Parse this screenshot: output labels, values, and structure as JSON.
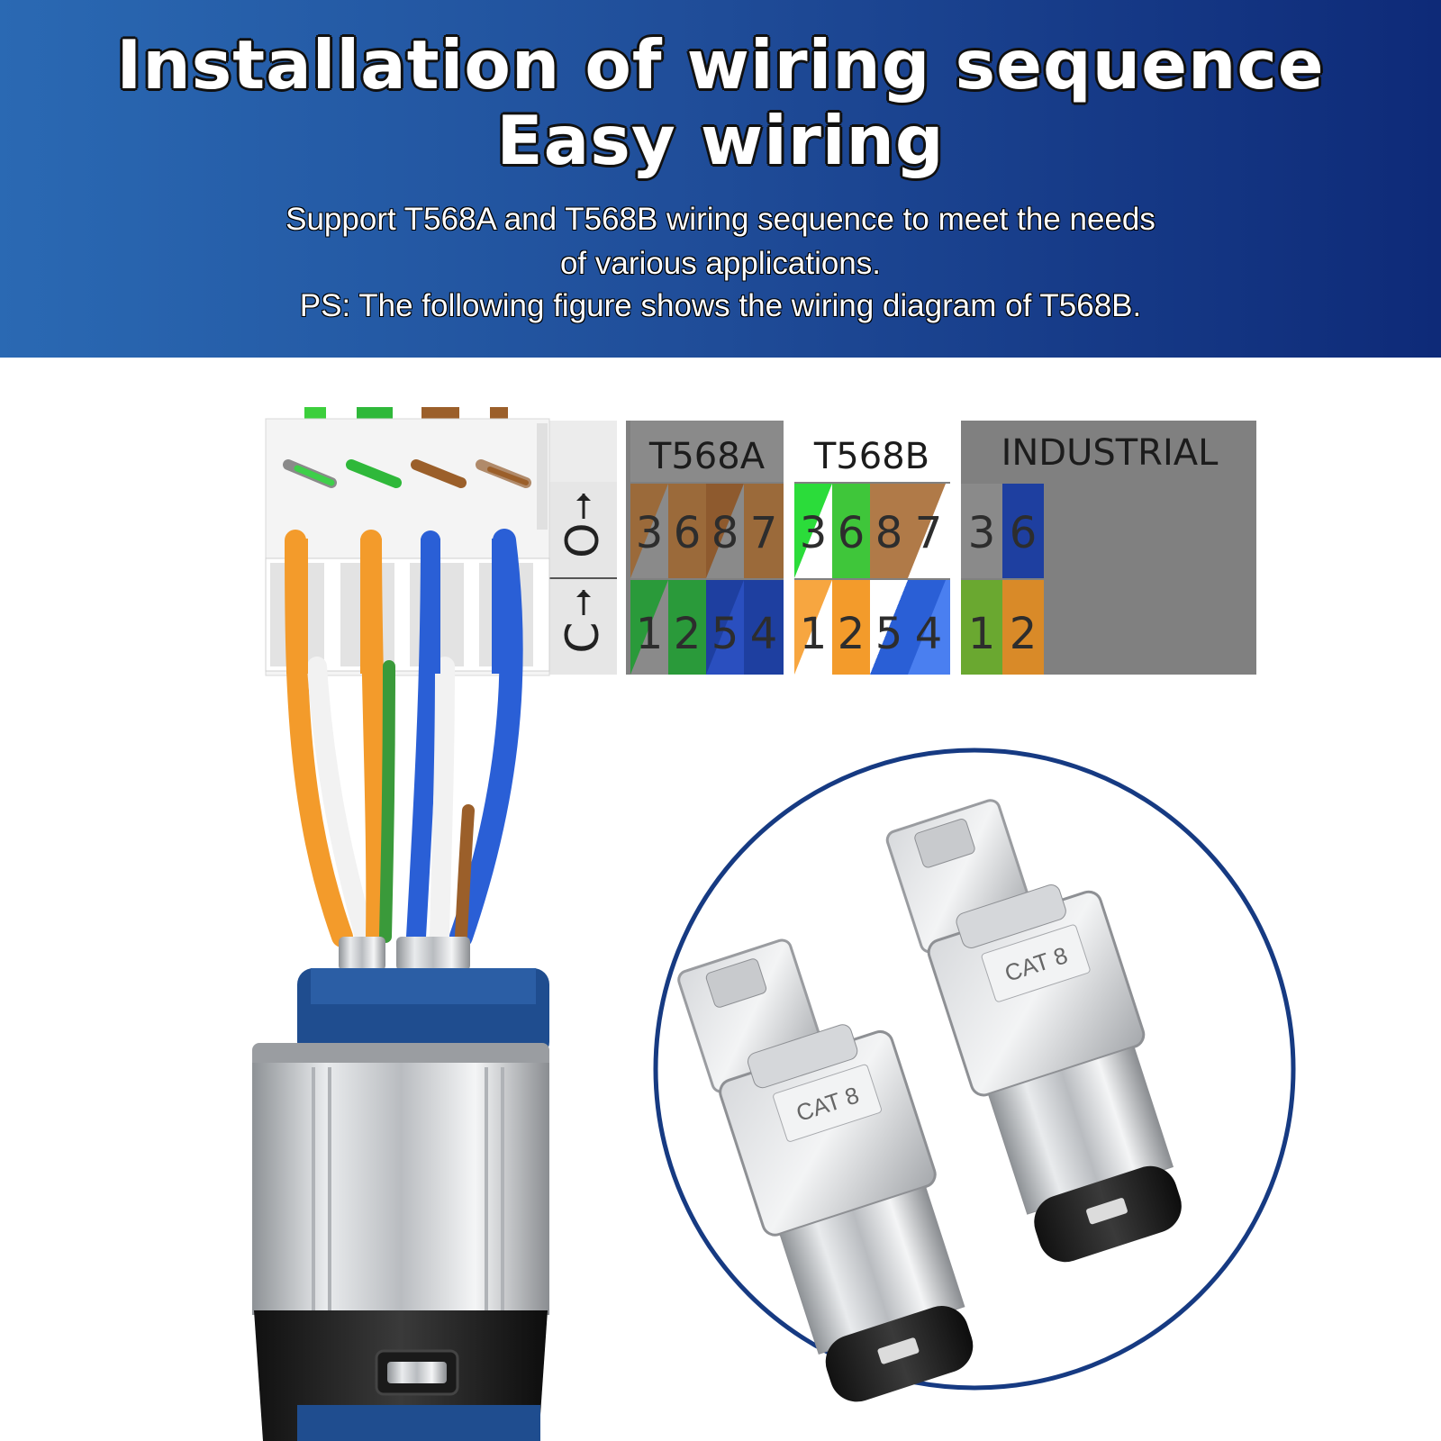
{
  "header": {
    "title_line1": "Installation of wiring sequence",
    "title_line2": "Easy wiring",
    "subtitle_line1": "Support T568A and T568B wiring sequence to meet the needs",
    "subtitle_line2": "of various applications.",
    "subtitle_line3": "PS: The following figure shows the wiring diagram of T568B."
  },
  "wiring_table": {
    "row_markers": [
      "O",
      "C"
    ],
    "standards": [
      {
        "label": "T568A",
        "top_pins": [
          "3",
          "6",
          "8",
          "7"
        ],
        "bottom_pins": [
          "1",
          "2",
          "5",
          "4"
        ]
      },
      {
        "label": "T568B",
        "top_pins": [
          "3",
          "6",
          "8",
          "7"
        ],
        "bottom_pins": [
          "1",
          "2",
          "5",
          "4"
        ]
      },
      {
        "label": "INDUSTRIAL",
        "top_pins": [
          "3",
          "6"
        ],
        "bottom_pins": [
          "1",
          "2"
        ]
      }
    ]
  },
  "product": {
    "badge_1": "CAT 8",
    "badge_2": "CAT 8"
  },
  "colors": {
    "banner_blue": "#1f4c98",
    "orange": "#f39b2b",
    "green": "#2bbf3a",
    "blue": "#2a5fd6",
    "brown": "#9b6a3a",
    "circle_border": "#163a82"
  }
}
